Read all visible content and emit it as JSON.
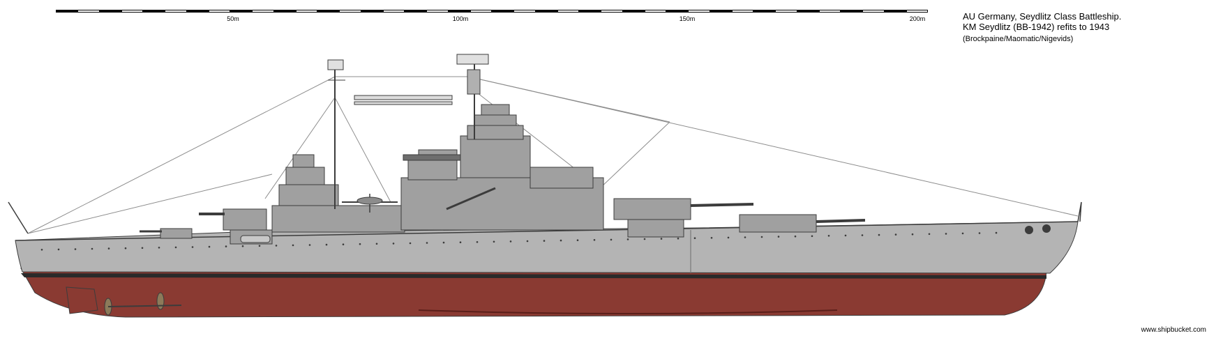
{
  "scale_bar": {
    "labels": [
      "50m",
      "100m",
      "150m",
      "200m"
    ]
  },
  "title_block": {
    "line1": "AU Germany, Seydlitz Class Battleship.",
    "line2": "KM Seydlitz (BB-1942) refits to 1943",
    "credits": "(Brockpaine/Maomatic/Nigevids)"
  },
  "website": "www.shipbucket.com",
  "colors": {
    "hull_grey": "#b4b4b4",
    "antifouling_red": "#8a3a32",
    "boot_top": "#2a2a2a",
    "superstructure_grey": "#a0a0a0",
    "outline": "#3c3c3c"
  }
}
